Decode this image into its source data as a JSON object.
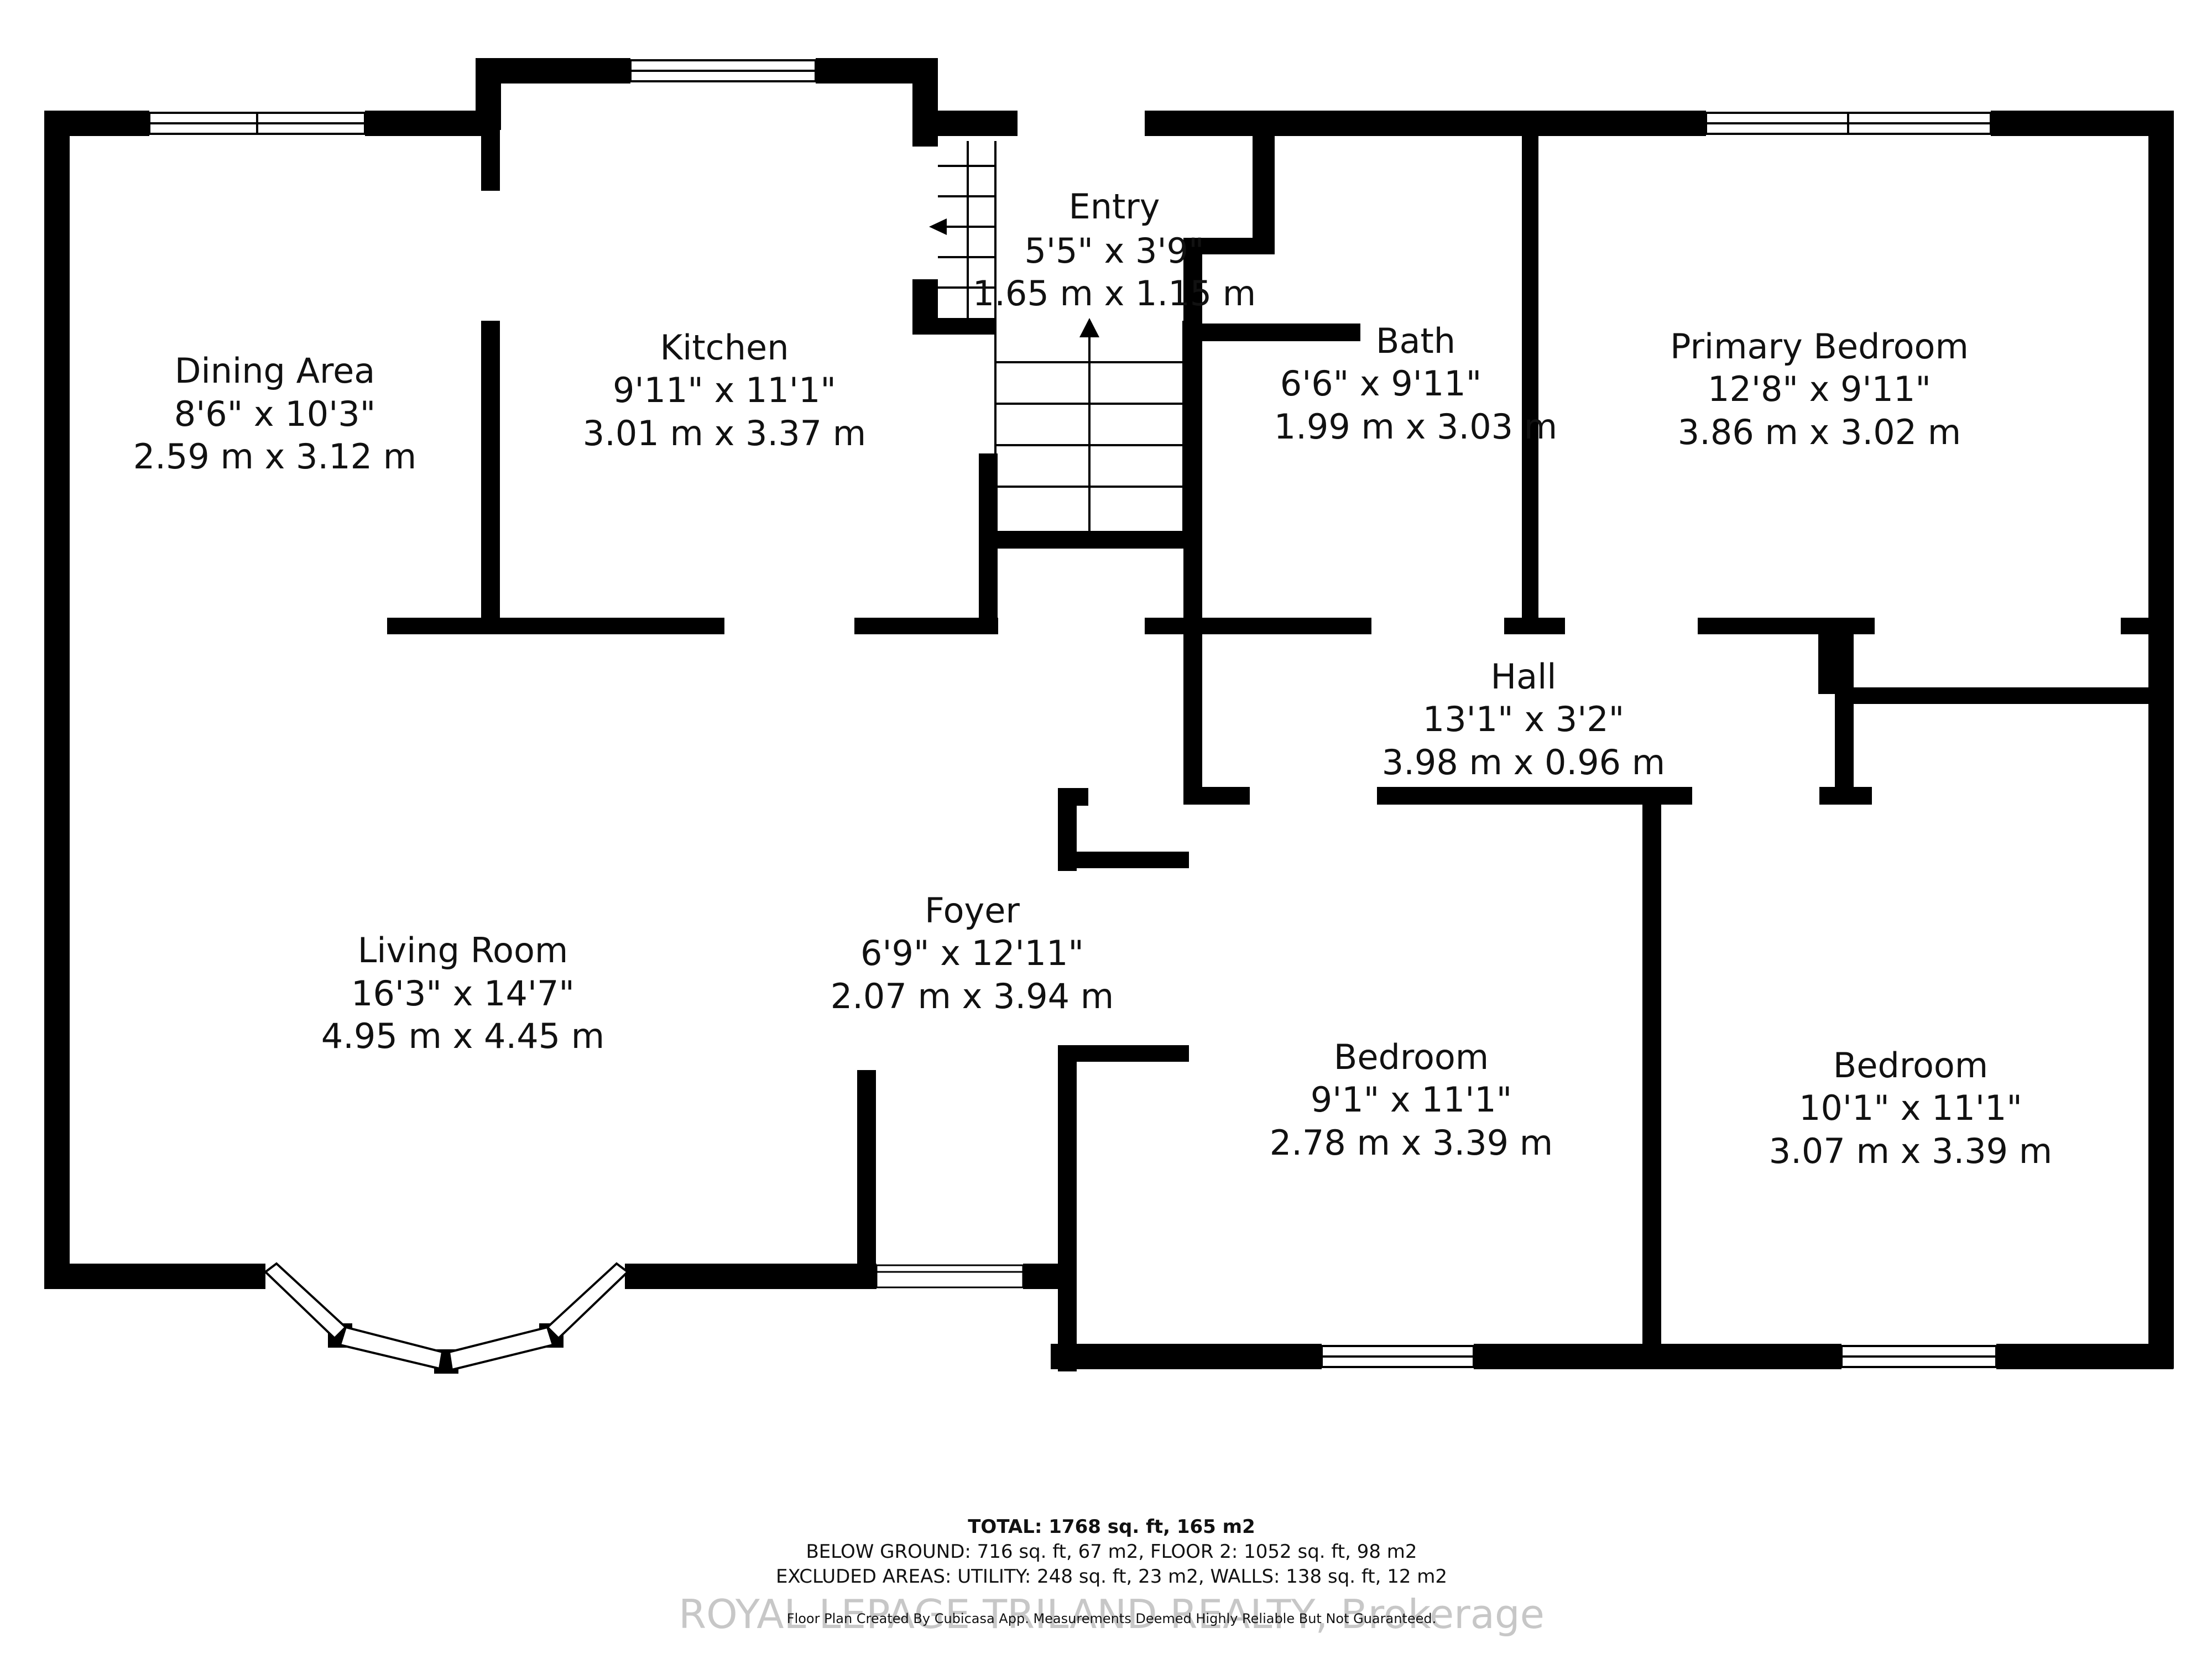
{
  "rooms": {
    "entry": {
      "name": "Entry",
      "imperial": "5'5\" x 3'9\"",
      "metric": "1.65 m x 1.15 m"
    },
    "kitchen": {
      "name": "Kitchen",
      "imperial": "9'11\" x 11'1\"",
      "metric": "3.01 m x 3.37 m"
    },
    "dining": {
      "name": "Dining Area",
      "imperial": "8'6\" x 10'3\"",
      "metric": "2.59 m x 3.12 m"
    },
    "bath": {
      "name": "Bath",
      "imperial": "6'6\" x 9'11\"",
      "metric": "1.99 m x 3.03 m"
    },
    "primary": {
      "name": "Primary Bedroom",
      "imperial": "12'8\" x 9'11\"",
      "metric": "3.86 m x 3.02 m"
    },
    "hall": {
      "name": "Hall",
      "imperial": "13'1\" x 3'2\"",
      "metric": "3.98 m x 0.96 m"
    },
    "living": {
      "name": "Living Room",
      "imperial": "16'3\" x 14'7\"",
      "metric": "4.95 m x 4.45 m"
    },
    "foyer": {
      "name": "Foyer",
      "imperial": "6'9\" x 12'11\"",
      "metric": "2.07 m x 3.94 m"
    },
    "bedroom1": {
      "name": "Bedroom",
      "imperial": "9'1\" x 11'1\"",
      "metric": "2.78 m x 3.39 m"
    },
    "bedroom2": {
      "name": "Bedroom",
      "imperial": "10'1\" x 11'1\"",
      "metric": "3.07 m x 3.39 m"
    }
  },
  "footer": {
    "total": "TOTAL: 1768 sq. ft, 165 m2",
    "areas": "BELOW GROUND: 716 sq. ft, 67 m2, FLOOR 2: 1052 sq. ft, 98 m2",
    "excluded": "EXCLUDED AREAS: UTILITY: 248 sq. ft, 23 m2, WALLS: 138 sq. ft, 12 m2",
    "disclaimer": "Floor Plan Created By Cubicasa App. Measurements Deemed Highly Reliable But Not Guaranteed.",
    "watermark": "ROYAL LEPAGE TRILAND REALTY, Brokerage"
  },
  "colors": {
    "wall": "#000000",
    "background": "#ffffff"
  }
}
